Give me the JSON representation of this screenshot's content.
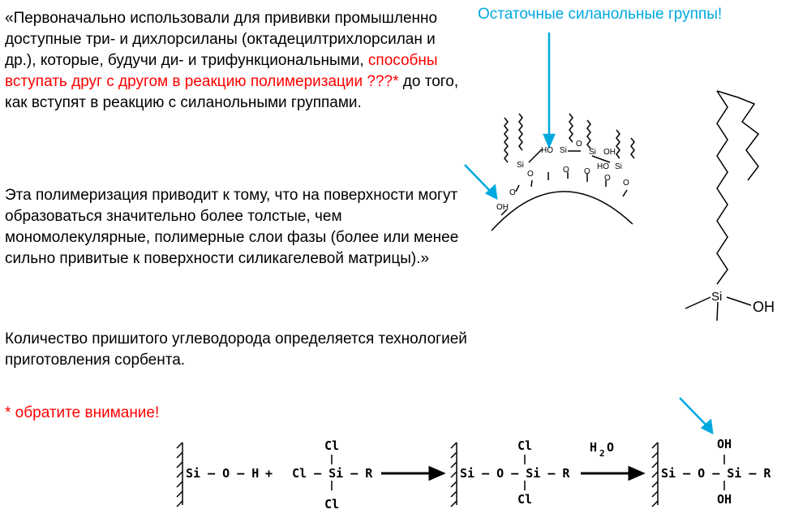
{
  "paragraph1": {
    "part1": "«Первоначально использовали для прививки промышленно доступные три- и дихлорсиланы (октадецилтрихлорсилан и др.), которые, будучи ди- и трифункциональными, ",
    "highlight": "способны вступать друг с другом в реакцию полимеризации ???*",
    "part2": " до того, как вступят в реакцию с силанольными группами."
  },
  "paragraph2": "Эта полимеризация приводит к тому, что на поверхности могут образоваться значительно более толстые, чем мономолекулярные, полимерные слои фазы (более или менее сильно привитые к поверхности силикагелевой матрицы).»",
  "paragraph3": "Количество пришитого  углеводорода определяется технологией приготовления сорбента.",
  "note": "* обратите внимание!",
  "residual_label": "Остаточные силанольные группы!",
  "surface_diagram": {
    "oh": "OH",
    "ho": "HO",
    "si": "Si",
    "o": "O"
  },
  "molecule": {
    "si": "Si",
    "oh": "OH"
  },
  "reaction": {
    "r1": "Si – O – H",
    "plus": "+",
    "cl_top": "Cl",
    "cl_si_r": "Cl – Si – R",
    "cl_bottom": "Cl",
    "p1_cl_top": "Cl",
    "p1_main": "Si – O –  Si – R",
    "p1_cl_bottom": "Cl",
    "reagent": "H",
    "reagent_sub": "2",
    "reagent_o": "O",
    "p2_oh_top": "OH",
    "p2_main": "Si – O –  Si – R",
    "p2_oh_bottom": "OH"
  },
  "colors": {
    "highlight": "#ff0000",
    "arrow": "#00a8e0"
  }
}
